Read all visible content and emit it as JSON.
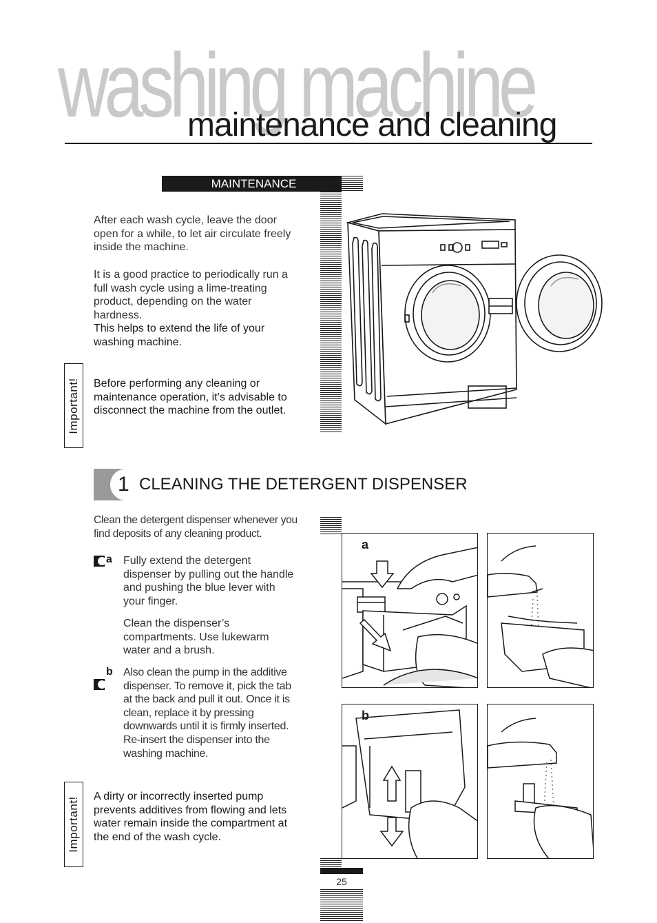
{
  "header": {
    "background_title": "washing machine",
    "title": "maintenance and cleaning"
  },
  "maintenance": {
    "section_label": "MAINTENANCE",
    "para1": "After each wash cycle, leave the door open for a while, to let air circulate freely inside the machine.",
    "para2": "It is a good practice to periodically run a full wash cycle using a lime-treating product, depending on the water hardness.",
    "para3": "This helps to extend the life of your washing machine.",
    "important_label": "Important!",
    "important_text": "Before performing any cleaning or maintenance operation, it’s advisable to disconnect the machine from the outlet."
  },
  "dispenser": {
    "number": "1",
    "heading": "CLEANING THE DETERGENT DISPENSER",
    "intro": "Clean the detergent dispenser whenever you find deposits of any cleaning product.",
    "step_a_letter": "a",
    "step_a_text1": "Fully extend the detergent dispenser by pulling out the handle and pushing the blue lever with your finger.",
    "step_a_text2": "Clean the dispenser’s compartments. Use lukewarm water and a brush.",
    "step_b_letter": "b",
    "step_b_text": "Also clean the pump in the additive dispenser. To remove it, pick the tab at the back and pull it out. Once it is clean, replace it by pressing downwards until it is firmly inserted. Re-insert the dispenser into the washing machine.",
    "important_label": "Important!",
    "important_text": "A dirty or incorrectly inserted pump prevents additives from flowing and lets water remain inside the compartment at the end of the wash cycle.",
    "figure_a_label": "a",
    "figure_b_label": "b"
  },
  "footer": {
    "page_number": "25"
  }
}
